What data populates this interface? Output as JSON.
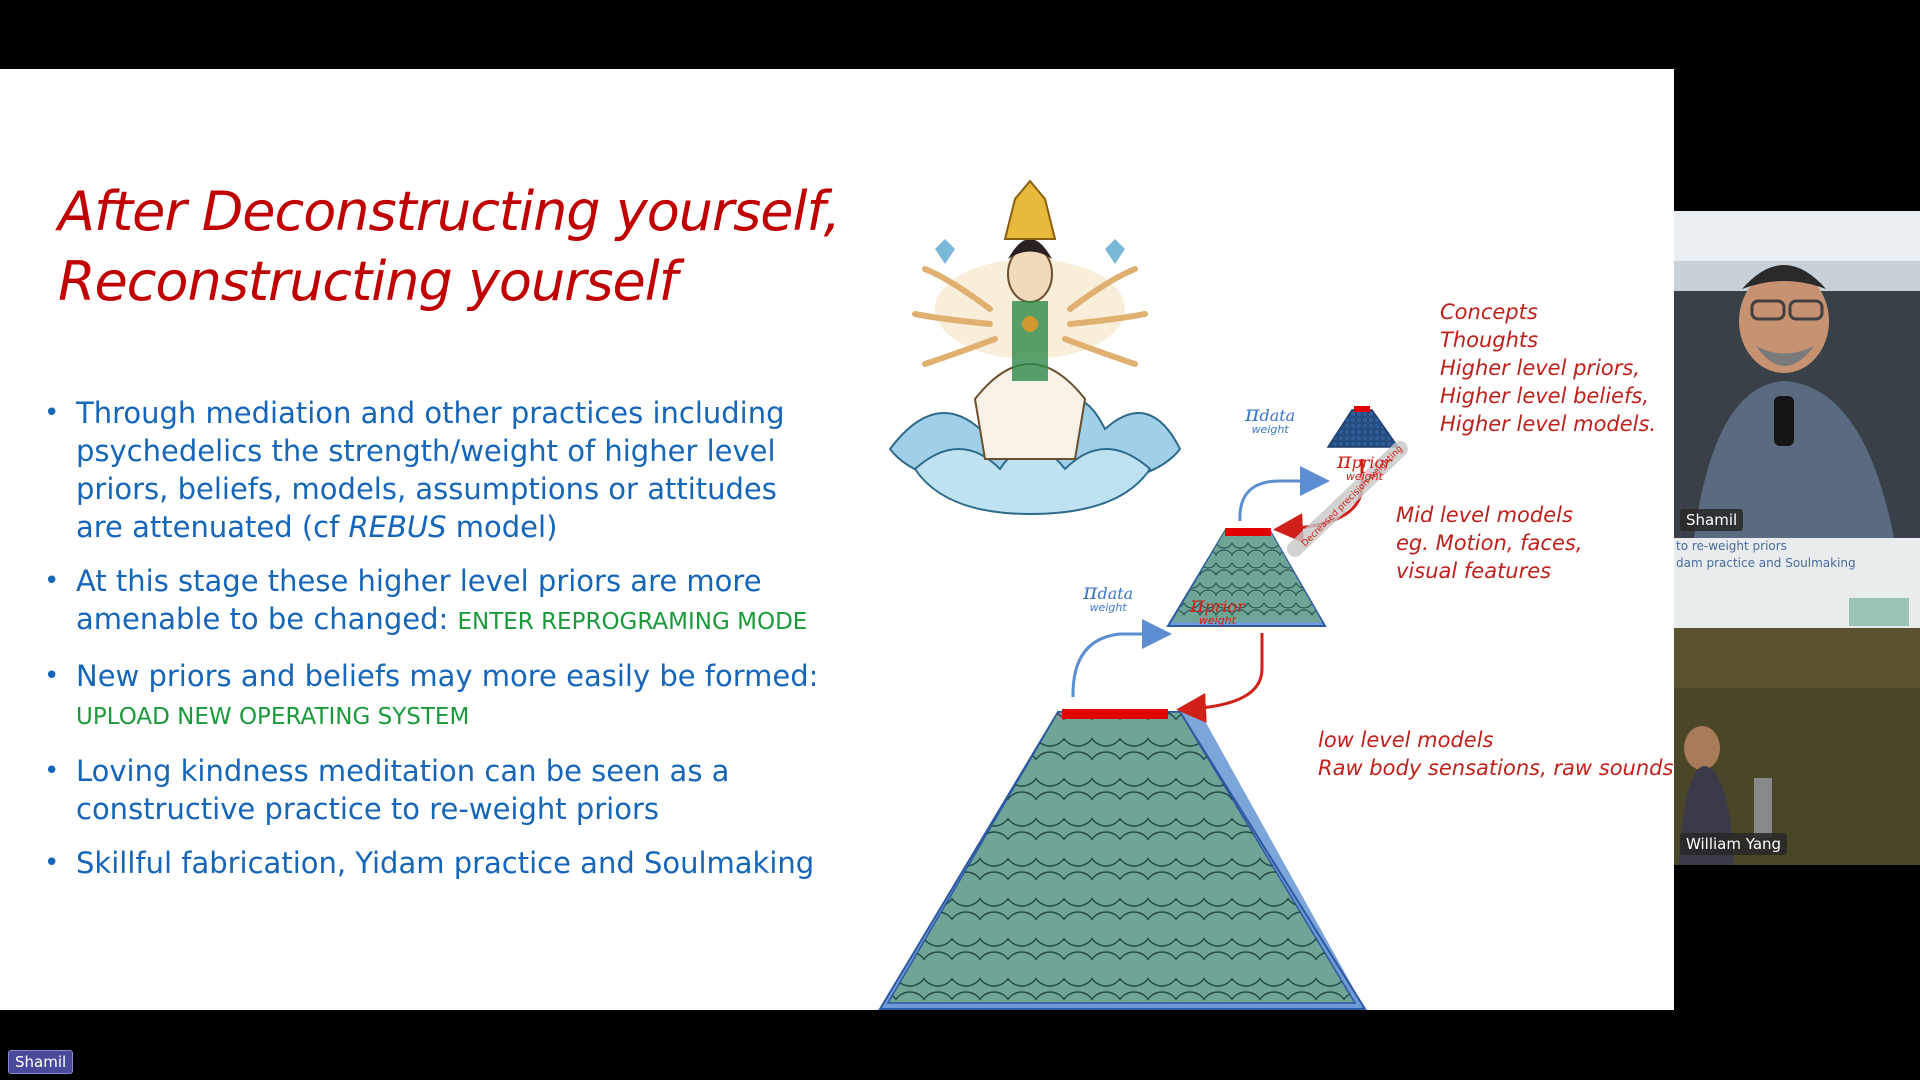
{
  "slide": {
    "title_line1": "After Deconstructing yourself,",
    "title_line2": "Reconstructing yourself",
    "bullets": {
      "b1_part1": "Through mediation and other practices including psychedelics the strength/weight of higher level priors, beliefs, models, assumptions or attitudes are attenuated (cf ",
      "b1_italic": "REBUS",
      "b1_part2": " model)",
      "b2_text": "At this stage these higher level priors are more amenable to be changed: ",
      "b2_green": "ENTER REPROGRAMING MODE",
      "b3_text": "New priors and beliefs may more easily be formed: ",
      "b3_green": "UPLOAD NEW OPERATING SYSTEM",
      "b4_text": "Loving kindness meditation can be seen as a constructive practice to re-weight priors",
      "b5_text": "Skillful fabrication, Yidam practice and Soulmaking"
    },
    "diagram": {
      "top_label": [
        "Concepts",
        "Thoughts",
        "Higher level priors,",
        "Higher level beliefs,",
        "Higher level models."
      ],
      "mid_label": [
        "Mid level models",
        "eg. Motion, faces,",
        "visual features"
      ],
      "low_label": [
        "low level models",
        "Raw body sensations, raw sounds"
      ],
      "pi_symbol": "π",
      "pi_data_sub": "data",
      "pi_prior_sub": "prior",
      "weight_text": "weight",
      "rotated_text": "Decreased precision weighting",
      "colors": {
        "pyramid_fill": "#6fa596",
        "pyramid_back": "#6e9bd6",
        "bar": "#e00000",
        "arrow_blue": "#5b8dd0",
        "arrow_red": "#d0201a"
      }
    }
  },
  "participants": {
    "speaker_name": "Shamil",
    "room_name": "William Yang",
    "self_label": "Shamil",
    "room_slide_line1": "to re-weight priors",
    "room_slide_line2": "dam practice and Soulmaking"
  }
}
